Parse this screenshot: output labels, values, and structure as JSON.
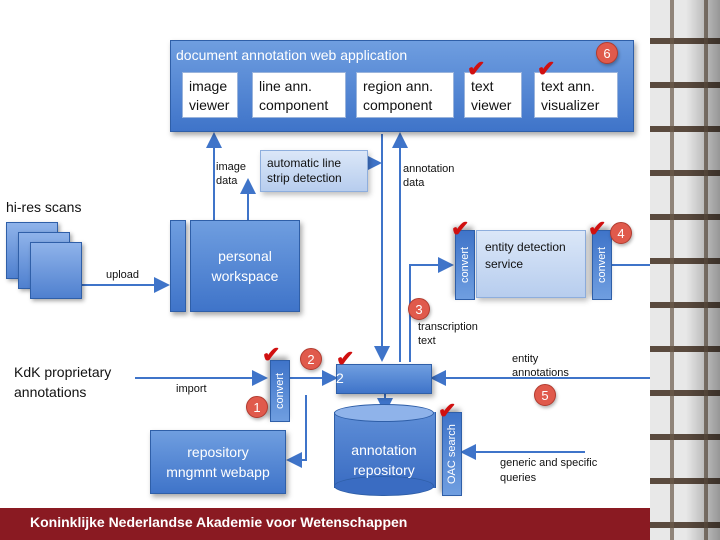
{
  "app": {
    "title": "document annotation web application"
  },
  "components": [
    {
      "label": "image viewer"
    },
    {
      "label": "line ann. component"
    },
    {
      "label": "region ann. component"
    },
    {
      "label": "text viewer"
    },
    {
      "label": "text ann. visualizer"
    }
  ],
  "boxes": {
    "line_strip": "automatic line strip detection",
    "workspace": "personal workspace",
    "entity": "entity detection service",
    "repo_webapp": "repository mngmnt webapp",
    "annotation_repo": "annotation repository",
    "convert": "convert",
    "oac_search": "OAC search"
  },
  "labels": {
    "hi_res": "hi-res scans",
    "upload": "upload",
    "image_data": "image data",
    "annotation_data": "annotation data",
    "transcription": "transcription text",
    "entity_annotations": "entity annotations",
    "kdk": "KdK proprietary annotations",
    "import": "import",
    "queries": "generic and specific queries",
    "hub_num": "2"
  },
  "badges": [
    "6",
    "4",
    "3",
    "2",
    "1",
    "5"
  ],
  "footer": {
    "text": "Koninklijke Nederlandse Akademie voor Wetenschappen"
  },
  "colors": {
    "primary": "#3f74c9",
    "badge": "#e05a4c",
    "check": "#d01010",
    "footer": "#8a1a22"
  }
}
